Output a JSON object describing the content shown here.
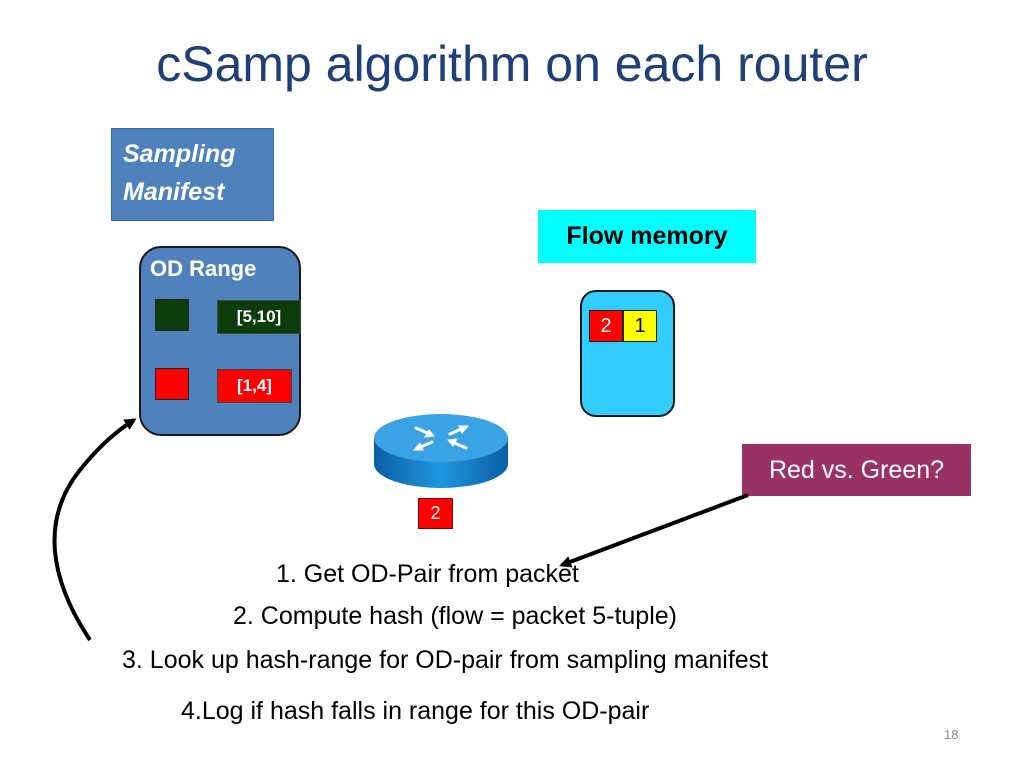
{
  "slide": {
    "title": "cSamp algorithm on each router",
    "number": "18"
  },
  "manifest": {
    "label_line1": "Sampling",
    "label_line2": "Manifest",
    "header": "OD  Range",
    "entries": [
      {
        "swatch_color": "#0b3d0b",
        "range": "[5,10]",
        "range_bg": "#0b3d0b"
      },
      {
        "swatch_color": "#ff0000",
        "range": "[1,4]",
        "range_bg": "#ff0000"
      }
    ]
  },
  "flow_memory": {
    "label": "Flow memory",
    "cells": [
      {
        "value": "2",
        "color": "#ff0000"
      },
      {
        "value": "1",
        "color": "#ffff00"
      }
    ]
  },
  "router": {
    "icon": "router-icon",
    "color": "#1f8fd6"
  },
  "packet": {
    "value": "2"
  },
  "question": "Red vs. Green?",
  "steps": [
    "1. Get OD-Pair from packet",
    "2. Compute hash (flow = packet 5-tuple)",
    "3. Look up hash-range for OD-pair from sampling manifest",
    "4.Log if hash falls in range for this OD-pair"
  ]
}
